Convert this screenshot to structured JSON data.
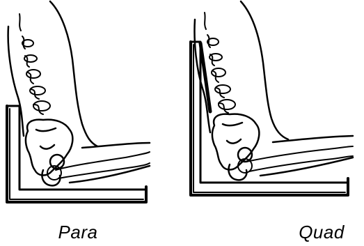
{
  "figures": [
    {
      "label": "Para",
      "backrest": "low"
    },
    {
      "label": "Quad",
      "backrest": "high"
    }
  ],
  "colors": {
    "ink": "#000000",
    "paper": "#ffffff"
  }
}
